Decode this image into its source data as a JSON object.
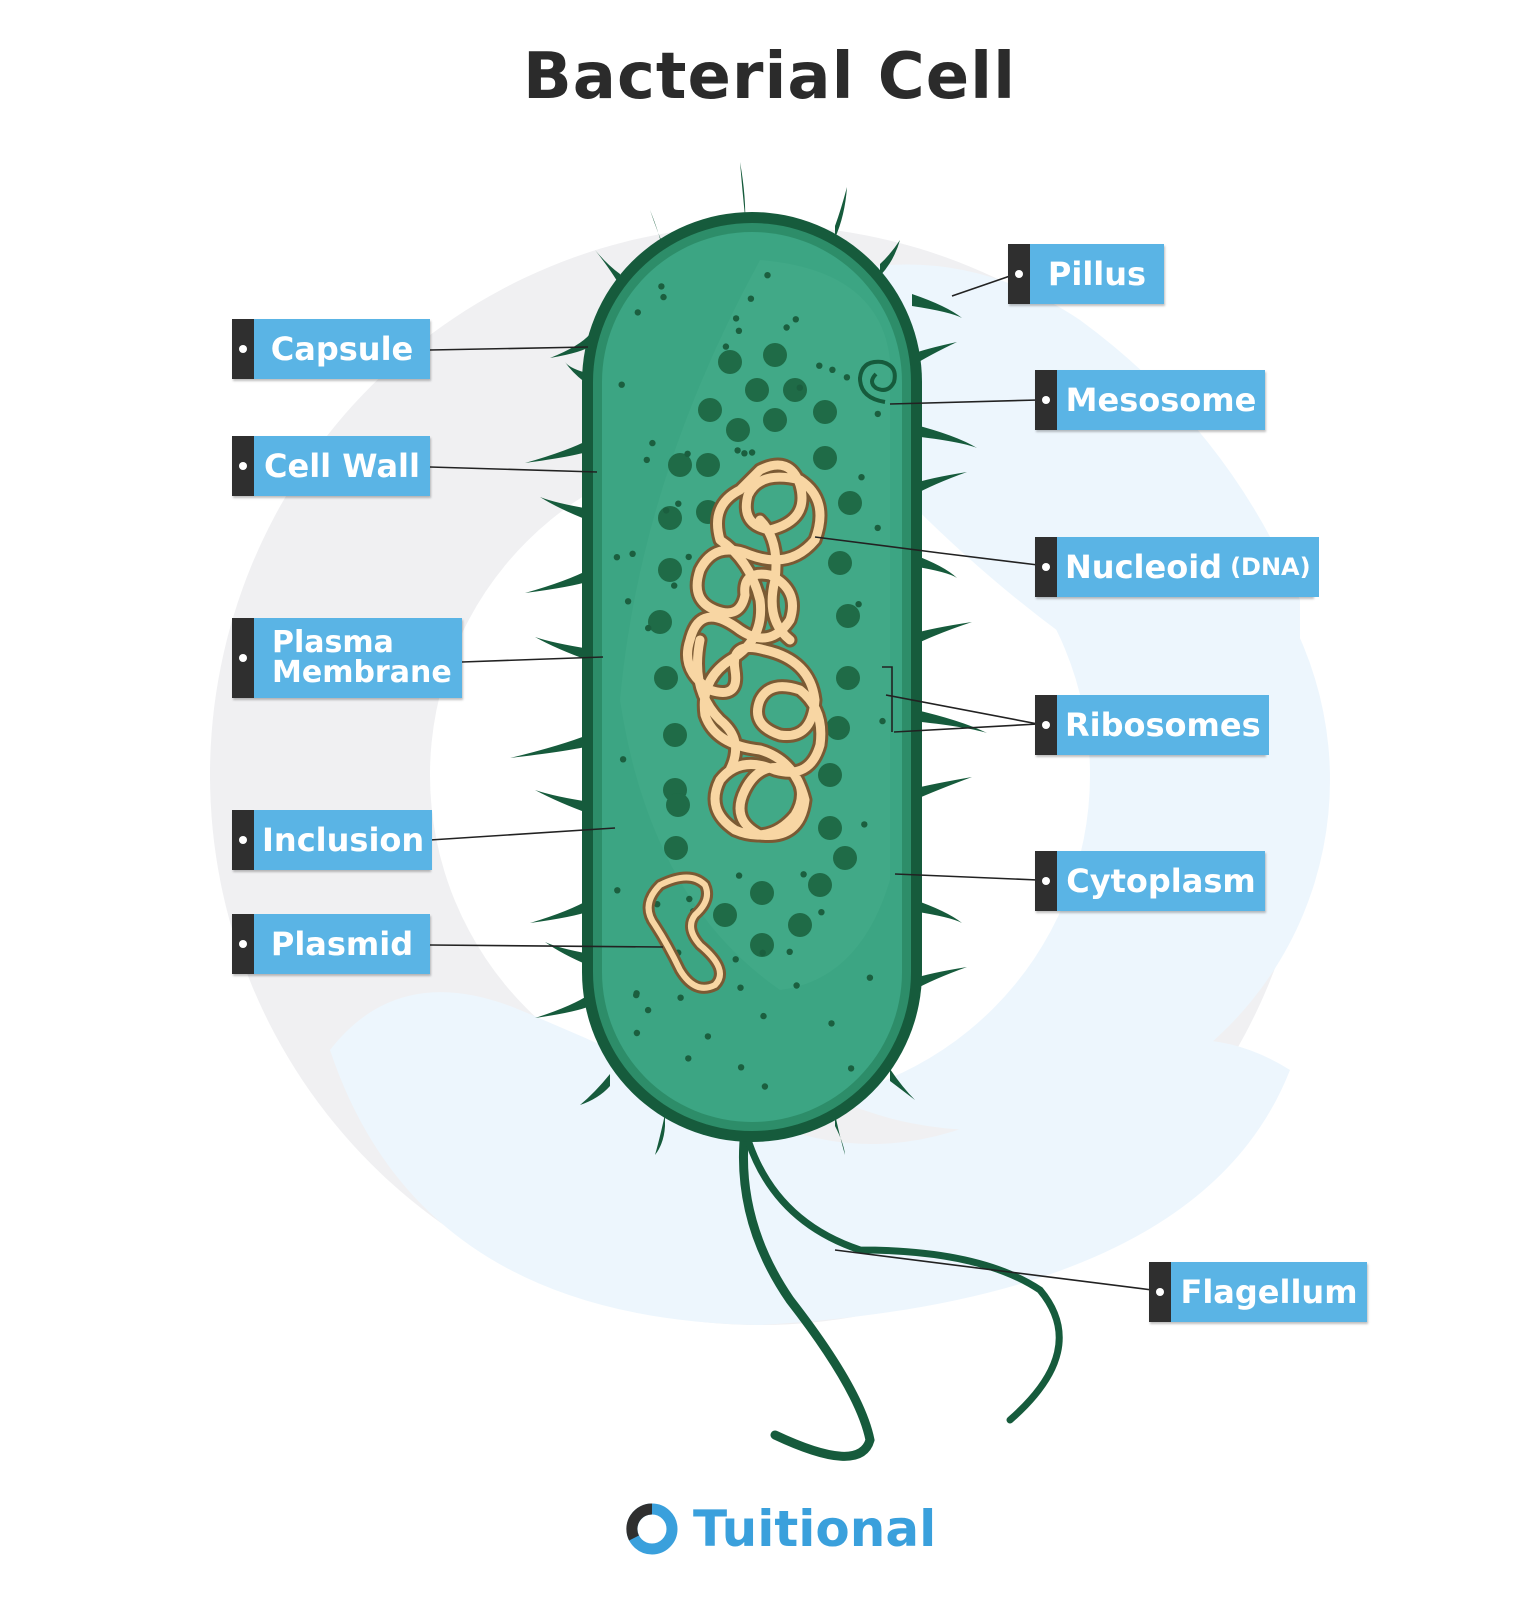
{
  "title": "Bacterial Cell",
  "labels": {
    "capsule": "Capsule",
    "cell_wall": "Cell Wall",
    "plasma_membrane_1": "Plasma",
    "plasma_membrane_2": "Membrane",
    "inclusion": "Inclusion",
    "plasmid": "Plasmid",
    "pillus": "Pillus",
    "mesosome": "Mesosome",
    "nucleoid": "Nucleoid",
    "nucleoid_sub": "(DNA)",
    "ribosomes": "Ribosomes",
    "cytoplasm": "Cytoplasm",
    "flagellum": "Flagellum"
  },
  "logo": {
    "name": "Tuitional"
  },
  "colors": {
    "cell_fill": "#3a9f7d",
    "cell_outline": "#165b3c",
    "dots": "#1b5f3f",
    "dna": "#f8d6a3",
    "dna_outline": "#7a5a34",
    "label_bg": "#5ab4e5",
    "label_tab": "#2f2f2f",
    "background_circle": "#f0f0f2",
    "background_circle_blue": "#edf6fd"
  }
}
